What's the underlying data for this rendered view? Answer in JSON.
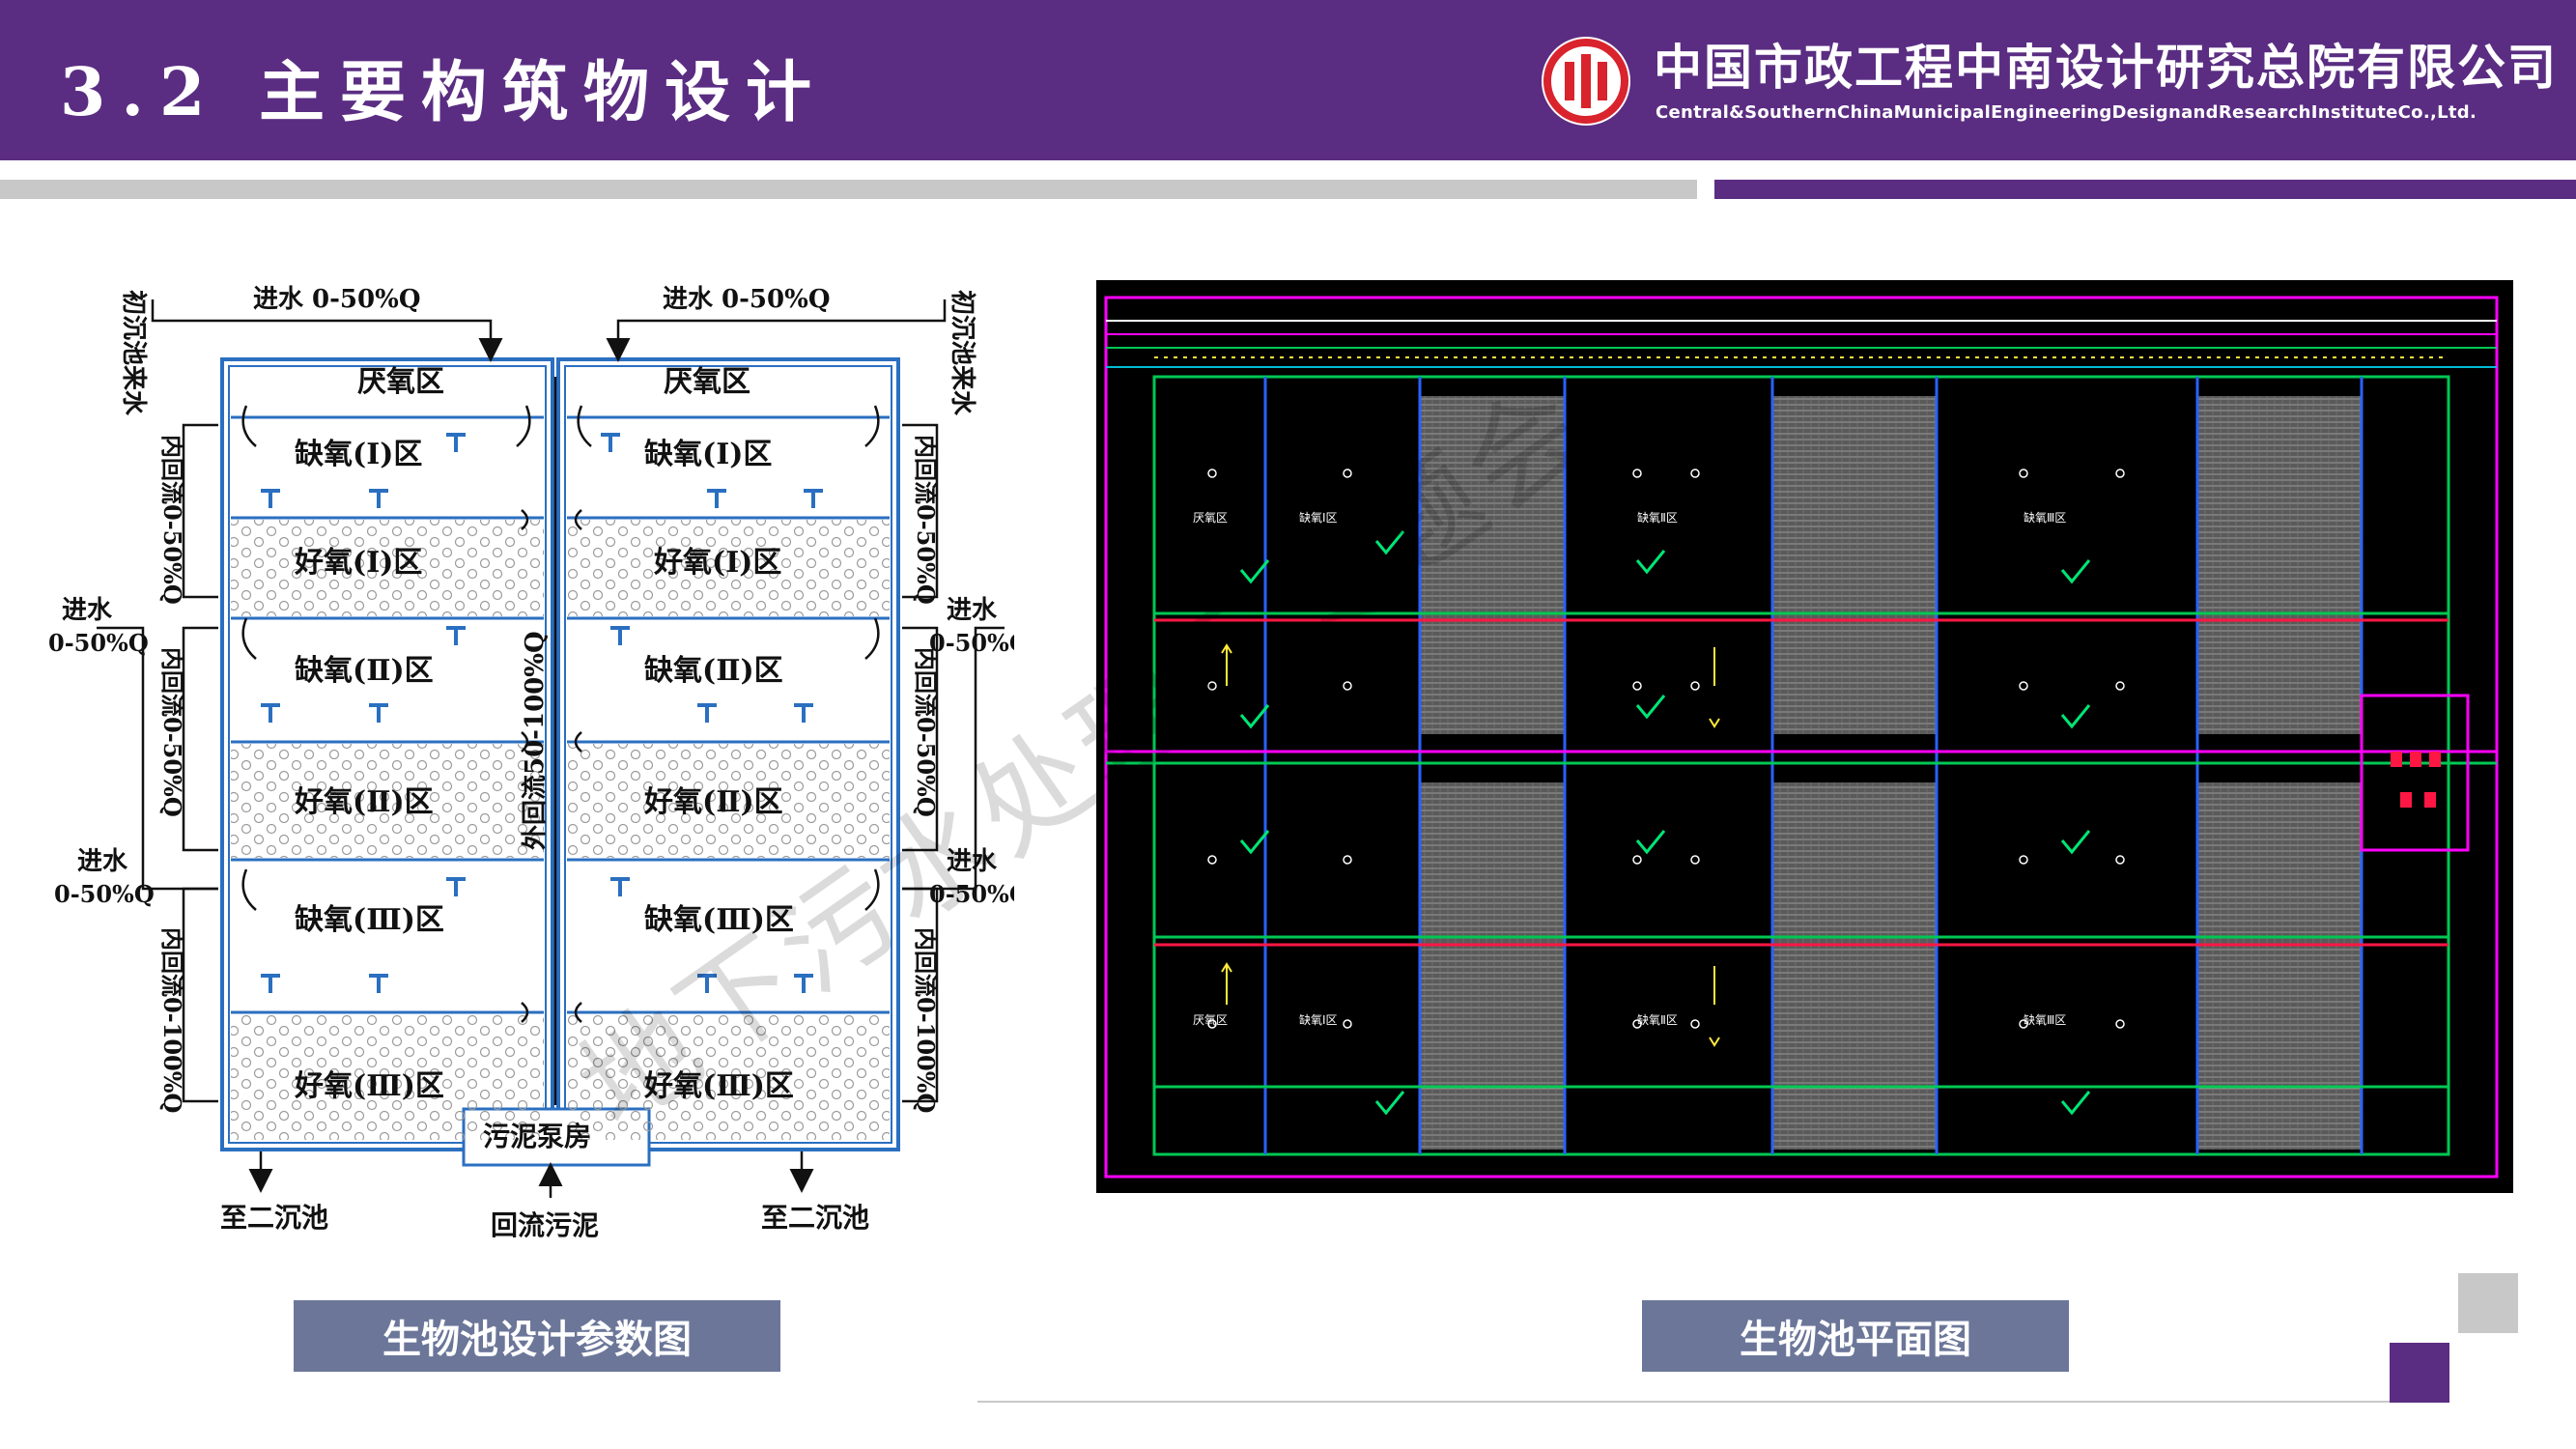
{
  "header": {
    "title": "3.2 主要构筑物设计",
    "company_cn": "中国市政工程中南设计研究总院有限公司",
    "company_en": "Central&SouthernChinaMunicipalEngineeringDesignandResearchInstituteCo.,Ltd."
  },
  "watermark": "地下污水处理厂专题会",
  "captions": {
    "left": "生物池设计参数图",
    "right": "生物池平面图"
  },
  "diagram": {
    "inflow_top": "进水 0-50%Q",
    "primary_clarifier": "初沉池来水",
    "zones": [
      "厌氧区",
      "缺氧(Ⅰ)区",
      "好氧(Ⅰ)区",
      "缺氧(Ⅱ)区",
      "好氧(Ⅱ)区",
      "缺氧(Ⅲ)区",
      "好氧(Ⅲ)区"
    ],
    "internal_return_1": "内回流0-50%Q",
    "internal_return_2": "内回流0-50%Q",
    "internal_return_3": "内回流0-100%Q",
    "inflow_side_label": "进水",
    "inflow_side_value": "0-50%Q",
    "external_return": "外回流50-100%Q",
    "sludge_pump": "污泥泵房",
    "to_secondary": "至二沉池",
    "return_sludge": "回流污泥"
  },
  "plan": {
    "zone_label_anoxic_1": "缺氧Ⅰ区",
    "zone_label_anoxic_2": "缺氧Ⅱ区",
    "zone_label_anoxic_3": "缺氧Ⅲ区",
    "zone_label_anaerobic": "厌氧区"
  },
  "colors": {
    "header_purple": "#5a2d82",
    "caption_bg": "#6b7699",
    "logo_red": "#d9232d",
    "pipe_blue": "#2a6fc0"
  }
}
